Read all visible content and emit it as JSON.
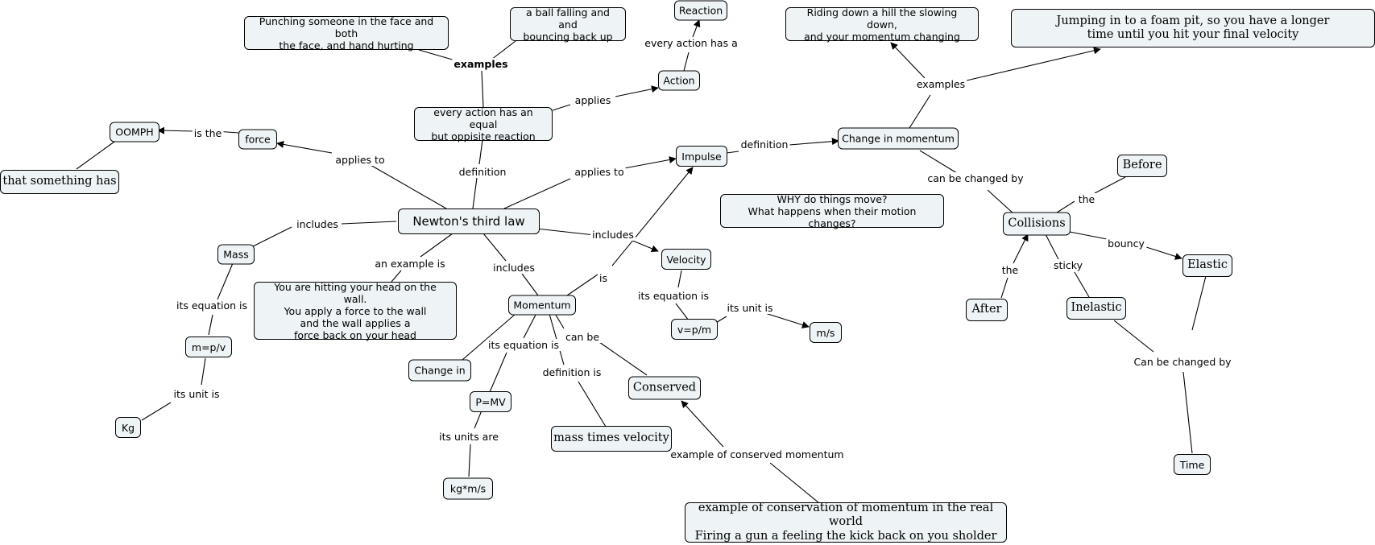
{
  "nodes": {
    "newton": "Newton's third law",
    "force": "force",
    "oomph": "OOMPH",
    "something": "that something has",
    "mass": "Mass",
    "mpv": "m=p/v",
    "kg": "Kg",
    "hitting": "You are hitting your head on the wall.\nYou apply a force to the wall\nand the wall applies a\nforce back on your head",
    "equal": "every action has an equal\nbut oppisite reaction",
    "punch": "Punching someone in the face and both\nthe face, and hand hurting",
    "ball": "a ball falling and and\nbouncing back up",
    "reaction": "Reaction",
    "action": "Action",
    "impulse": "Impulse",
    "change": "Change in momentum",
    "riding": "Riding down a hill the slowing down,\nand your momentum changing",
    "foam": "Jumping in to a foam pit, so you have a longer\ntime until you hit your final velocity",
    "why": "WHY do things move?\nWhat happens when their motion changes?",
    "velocity": "Velocity",
    "vpm": "v=p/m",
    "ms": "m/s",
    "momentum": "Momentum",
    "changein": "Change in",
    "pmv": "P=MV",
    "kgms": "kg*m/s",
    "masstimes": "mass times velocity",
    "conserved": "Conserved",
    "conservation": "example of conservation of momentum in the real world\nFiring a gun a feeling the kick back on you sholder",
    "collisions": "Collisions",
    "before": "Before",
    "after": "After",
    "elastic": "Elastic",
    "inelastic": "Inelastic",
    "time": "Time"
  },
  "link_labels": {
    "is_the": "is the",
    "applies_to_1": "applies to",
    "applies_to_2": "applies to",
    "includes_1": "includes",
    "includes_2": "includes",
    "includes_3": "includes",
    "its_equation_is_1": "its equation is",
    "its_equation_is_2": "its equation is",
    "its_equation_is_3": "its equation is",
    "its_unit_is_1": "its unit is",
    "its_unit_is_2": "its unit is",
    "its_units_are": "its units are",
    "an_example_is": "an example is",
    "definition_1": "definition",
    "definition_2": "definition",
    "definition_is": "definition is",
    "examples_1": "examples",
    "examples_2": "examples",
    "applies": "applies",
    "every_action_has_a": "every action has a",
    "is": "is",
    "can_be": "can be",
    "example_of_conserved_momentum": "example of conserved momentum",
    "can_be_changed_by": "can be changed by",
    "the_1": "the",
    "the_2": "the",
    "bouncy": "bouncy",
    "sticky": "sticky",
    "can_be_changed_by_2": "Can be changed by"
  }
}
